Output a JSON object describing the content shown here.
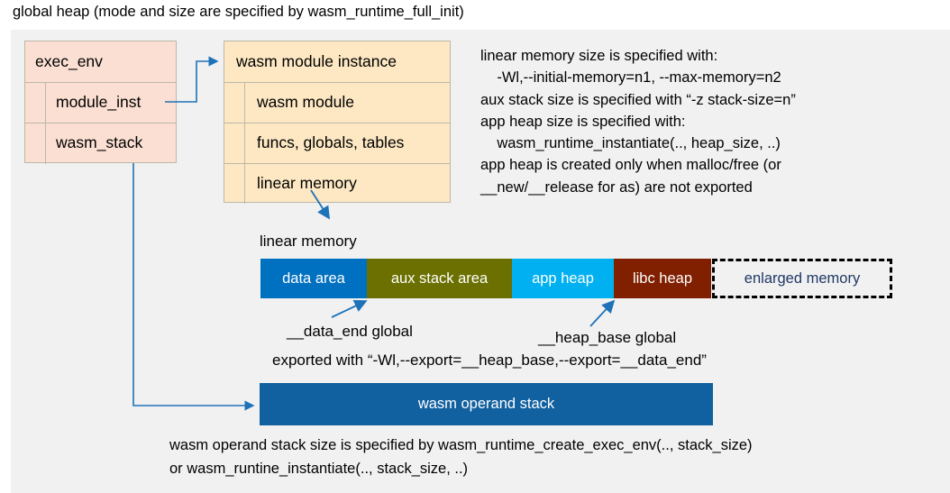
{
  "title": "global heap (mode and size are specified by wasm_runtime_full_init)",
  "exec_env": {
    "header": "exec_env",
    "fields": [
      {
        "label": "module_inst"
      },
      {
        "label": "wasm_stack"
      }
    ]
  },
  "module_instance": {
    "header": "wasm module instance",
    "fields": [
      {
        "label": "wasm module"
      },
      {
        "label": "funcs, globals, tables"
      },
      {
        "label": "linear memory"
      }
    ]
  },
  "info_note": "linear memory size is specified with:\n    -Wl,--initial-memory=n1, --max-memory=n2\naux stack size is specified with “-z stack-size=n”\napp heap size is specified with:\n    wasm_runtime_instantiate(.., heap_size, ..)\napp heap is created only when malloc/free (or\n__new/__release for as) are not exported",
  "linear_memory": {
    "caption": "linear memory",
    "segments": [
      {
        "label": "data area",
        "color": "#0070c0",
        "text_color": "#ffffff"
      },
      {
        "label": "aux stack area",
        "color": "#6b7000",
        "text_color": "#ffffff"
      },
      {
        "label": "app heap",
        "color": "#00b0f0",
        "text_color": "#ffffff"
      },
      {
        "label": "libc heap",
        "color": "#802000",
        "text_color": "#ffffff"
      },
      {
        "label": "enlarged memory",
        "color": "#f1f1f1",
        "text_color": "#1f3864"
      }
    ]
  },
  "annotations": {
    "data_end": "__data_end global",
    "heap_base": "__heap_base global",
    "export_note": "exported with “-Wl,--export=__heap_base,--export=__data_end”"
  },
  "operand_stack": {
    "label": "wasm operand stack",
    "note": "wasm operand stack size is specified by wasm_runtime_create_exec_env(.., stack_size)\nor wasm_runtine_instantiate(.., stack_size, ..)"
  },
  "colors": {
    "connector": "#1d72b8",
    "container_bg": "#f1f1f1",
    "pink_box": "#fbdfd2",
    "tan_box": "#fde8c3",
    "box_border": "#bdb7a8",
    "operand_stack": "#11609f"
  }
}
